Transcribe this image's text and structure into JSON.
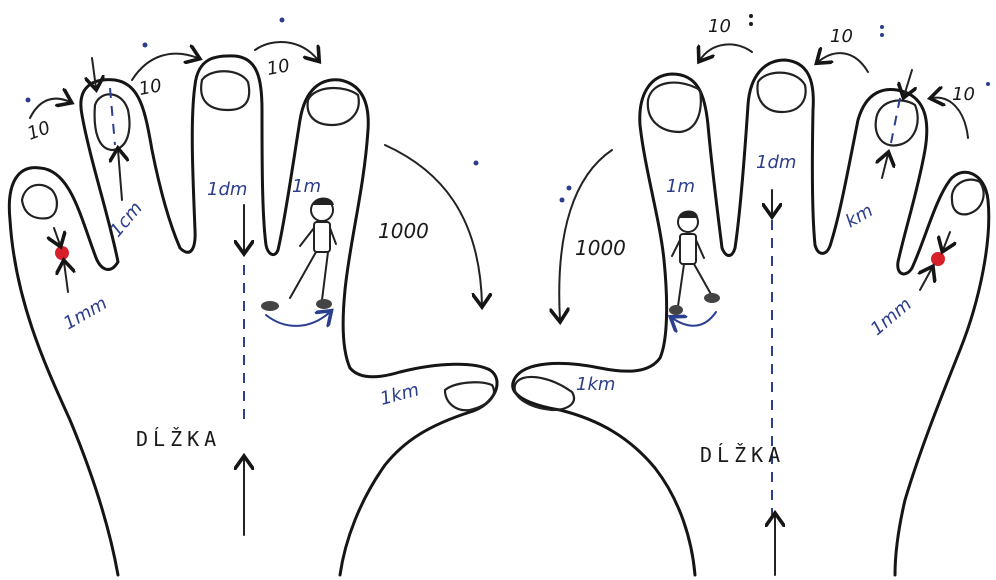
{
  "colors": {
    "ink": "#151515",
    "blue_ink": "#2c3d8c",
    "dot": "#d8202a"
  },
  "left_hand": {
    "step_top_1": "10",
    "step_top_2": "10",
    "step_top_3": "10",
    "step_thumb": "1000",
    "unit_little": "1mm",
    "unit_ring": "1cm",
    "unit_middle": "1dm",
    "unit_index": "1m",
    "unit_thumb": "1km",
    "axis_label": "DĹŽKA"
  },
  "right_hand": {
    "step_top_1": "10",
    "step_top_2": "10",
    "step_top_3": "10",
    "step_thumb": "1000",
    "unit_little": "1mm",
    "unit_ring": "km",
    "unit_middle": "1dm",
    "unit_index": "1m",
    "unit_thumb": "1km",
    "axis_label": "DĹŽKA"
  },
  "icons": [
    "hand-outline",
    "walking-person",
    "red-dot",
    "curved-arrow"
  ]
}
